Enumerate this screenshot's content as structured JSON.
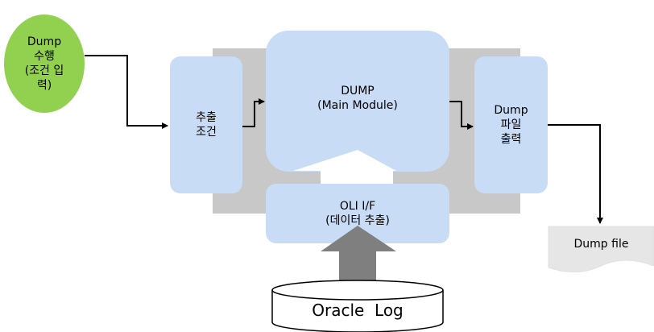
{
  "start_node": {
    "label": "Dump\n수행\n(조건 입\n력)",
    "color": "#92d050"
  },
  "extract_condition": {
    "label": "추출\n조건"
  },
  "main_module": {
    "label": "DUMP\n(Main Module)"
  },
  "output_file": {
    "label": "Dump\n파일\n출력"
  },
  "oli_interface": {
    "label": "OLI I/F\n(데이터 추출)"
  },
  "oracle_log": {
    "label": "Oracle  Log"
  },
  "dump_file": {
    "label": "Dump file"
  },
  "colors": {
    "box_fill": "#c9dcf5",
    "backdrop": "#c8c8c8",
    "arrow_gray": "#7f7f7f",
    "doc_fill": "#e6e6e6"
  }
}
